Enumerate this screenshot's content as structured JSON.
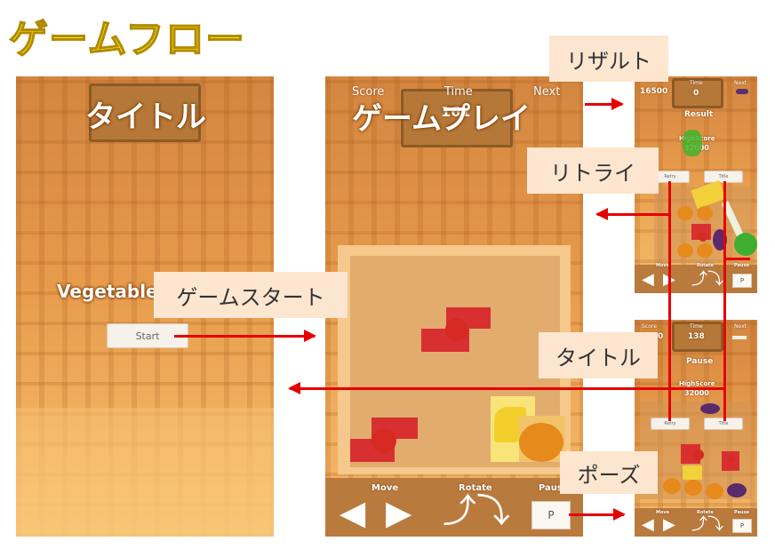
{
  "title": "ゲームフロー",
  "title_screen": {
    "label": "タイトル",
    "game_title": "Vegetable",
    "start_button": "Start"
  },
  "game_screen": {
    "label": "ゲームプレイ",
    "score_label": "Score",
    "time_label": "Time",
    "time_value": "161",
    "next_label": "Next",
    "move_label": "Move",
    "rotate_label": "Rotate",
    "pause_label": "Pause",
    "pause_button": "P"
  },
  "result_screen": {
    "score_value": "16500",
    "time_label": "Time",
    "time_value": "0",
    "next_label": "Next",
    "heading": "Result",
    "highscore_label": "HighScore",
    "highscore_value": "32000",
    "retry_button": "Retry",
    "title_button": "Title",
    "move_label": "Move",
    "rotate_label": "Rotate",
    "pause_label": "Pause",
    "pause_button": "P"
  },
  "pause_screen": {
    "score_label": "Score",
    "score_value": "0",
    "time_label": "Time",
    "time_value": "138",
    "next_label": "Next",
    "heading": "Pause",
    "highscore_label": "HighScore",
    "highscore_value": "32000",
    "retry_button": "Retry",
    "title_button": "Title",
    "move_label": "Move",
    "rotate_label": "Rotate",
    "pause_label": "Pause",
    "pause_button": "P"
  },
  "callouts": {
    "game_start": "ゲームスタート",
    "result": "リザルト",
    "retry": "リトライ",
    "title": "タイトル",
    "pause": "ポーズ"
  },
  "colors": {
    "title_fill": "#ffe21a",
    "arrow": "#e60000",
    "callout_bg": "#fde6cf",
    "screen_bg": "#e79b4c"
  }
}
